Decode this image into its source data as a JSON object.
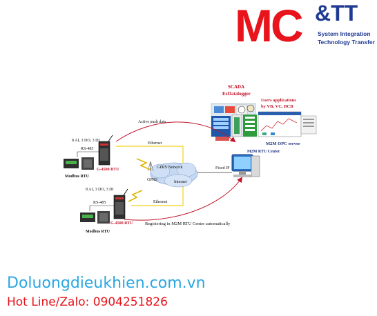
{
  "logo": {
    "mc": "MC",
    "amp_tt": "&TT",
    "line1": "System Integration",
    "line2": "Technology Transfer"
  },
  "diagram": {
    "scada": "SCADA",
    "ezdatalogger": "EzDatalogger",
    "users_apps_1": "Users applications",
    "users_apps_2": "by VB, VC, BCB",
    "m2m_opc": "M2M OPC server",
    "m2m_rtu_center": "M2M RTU Center",
    "active_push": "Active push data",
    "io_top": "8 AI, 3 DO, 3 DI",
    "rs485_top": "RS-485",
    "modbus_top": "Modbus RTU",
    "g4500_top": "G-4500 RTU",
    "ethernet_top": "Ethernet",
    "gprs_network": "GPRS Network",
    "internet": "Internet",
    "gprs": "GPRS",
    "fixed_ip": "Fixed IP",
    "io_bottom": "8 AI, 3 DO, 3 DI",
    "rs485_bottom": "RS-485",
    "ethernet_bottom": "Ethernet",
    "g4500_bottom": "G-4500 RTU",
    "modbus_bottom": "Modbus RTU",
    "registering": "Registering in M2M RTU Center automatically"
  },
  "footer": {
    "website": "Doluongdieukhien.com.vn",
    "hotline": "Hot Line/Zalo: 0904251826"
  },
  "colors": {
    "brand_red": "#e8131b",
    "brand_blue": "#1f3a93",
    "website_blue": "#2aa7e1",
    "arrow_red": "#c0152a",
    "ethernet_yellow": "#f2d21b"
  }
}
